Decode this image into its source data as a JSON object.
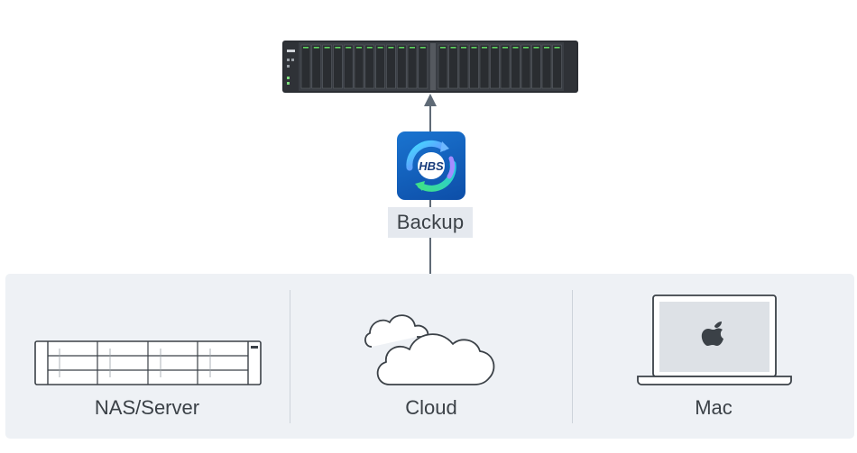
{
  "top_device": {
    "icon": "rack-nas-icon"
  },
  "app": {
    "icon": "hbs-app-icon",
    "badge_text": "HBS",
    "label": "Backup"
  },
  "sources": [
    {
      "icon": "nas-server-icon",
      "label": "NAS/Server"
    },
    {
      "icon": "cloud-icon",
      "label": "Cloud"
    },
    {
      "icon": "mac-laptop-icon",
      "label": "Mac"
    }
  ],
  "colors": {
    "panel_bg": "#eef1f5",
    "line": "#5f6a76",
    "label_bg": "#e5e9ef",
    "text": "#3b4147",
    "device_dark": "#2b2e33"
  }
}
